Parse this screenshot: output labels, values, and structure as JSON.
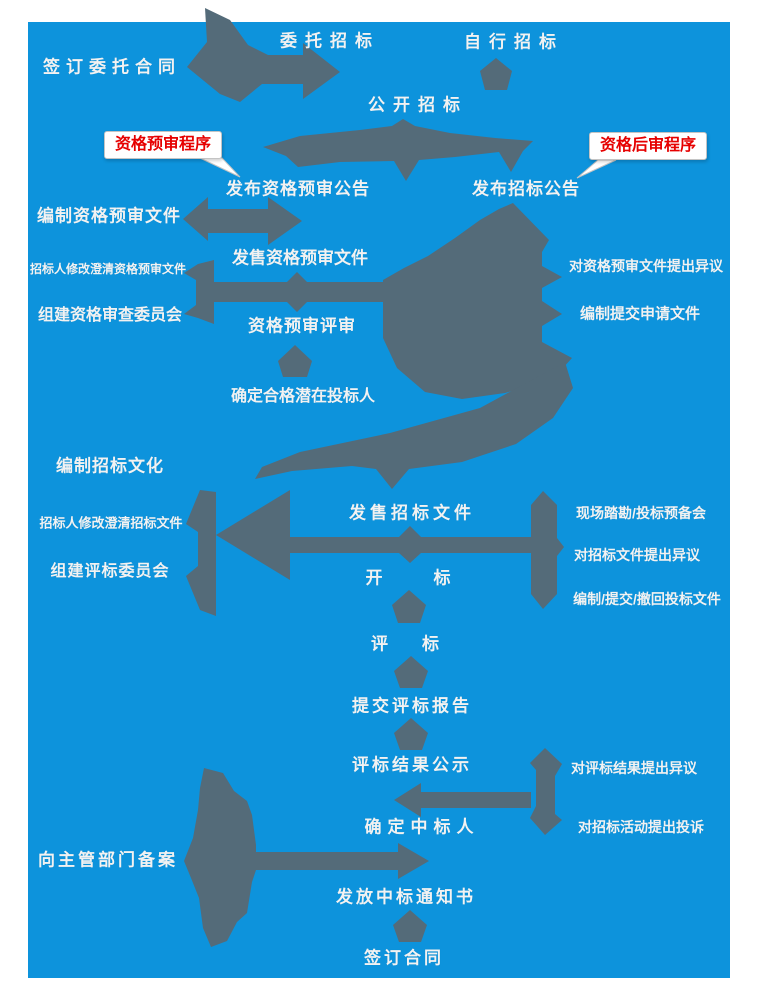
{
  "colors": {
    "page_background": "#FFFFFF",
    "canvas_background": "#0D93DC",
    "arrow": "#546B79",
    "label_text": "#F2F2F2",
    "callout_text": "#E60000",
    "callout_background": "#FFFFFF"
  },
  "callouts": [
    {
      "id": "prequalification-procedure",
      "text": "资格预审程序"
    },
    {
      "id": "post-qualification-procedure",
      "text": "资格后审程序"
    }
  ],
  "labels": [
    {
      "id": "sign-delegation-contract",
      "text": "签订委托合同"
    },
    {
      "id": "delegated-bidding",
      "text": "委托招标"
    },
    {
      "id": "self-bidding",
      "text": "自行招标"
    },
    {
      "id": "open-bidding",
      "text": "公开招标"
    },
    {
      "id": "publish-prequalification-announcement",
      "text": "发布资格预审公告"
    },
    {
      "id": "publish-bidding-announcement",
      "text": "发布招标公告"
    },
    {
      "id": "prepare-prequalification-documents",
      "text": "编制资格预审文件"
    },
    {
      "id": "sell-prequalification-documents",
      "text": "发售资格预审文件"
    },
    {
      "id": "bidder-modify-clarify-prequalification-documents",
      "text": "招标人修改澄清资格预审文件"
    },
    {
      "id": "form-qualification-review-committee",
      "text": "组建资格审查委员会"
    },
    {
      "id": "prequalification-review",
      "text": "资格预审评审"
    },
    {
      "id": "objection-to-prequalification-documents",
      "text": "对资格预审文件提出异议"
    },
    {
      "id": "prepare-submit-application-documents",
      "text": "编制提交申请文件"
    },
    {
      "id": "determine-qualified-potential-bidders",
      "text": "确定合格潜在投标人"
    },
    {
      "id": "prepare-bidding-documents",
      "text": "编制招标文化"
    },
    {
      "id": "bidder-modify-clarify-bidding-documents",
      "text": "招标人修改澄清招标文件"
    },
    {
      "id": "form-bid-evaluation-committee",
      "text": "组建评标委员会"
    },
    {
      "id": "sell-bidding-documents",
      "text": "发售招标文件"
    },
    {
      "id": "site-survey-pre-bid-meeting",
      "text": "现场踏勘/投标预备会"
    },
    {
      "id": "objection-to-bidding-documents",
      "text": "对招标文件提出异议"
    },
    {
      "id": "prepare-submit-withdraw-bid-documents",
      "text": "编制/提交/撤回投标文件"
    },
    {
      "id": "bid-opening",
      "text": "开　　　标"
    },
    {
      "id": "bid-evaluation",
      "text": "评　　标"
    },
    {
      "id": "submit-evaluation-report",
      "text": "提交评标报告"
    },
    {
      "id": "evaluation-result-publicity",
      "text": "评标结果公示"
    },
    {
      "id": "objection-to-evaluation-result",
      "text": "对评标结果提出异议"
    },
    {
      "id": "determine-winning-bidder",
      "text": "确定中标人"
    },
    {
      "id": "complaint-about-bidding-activity",
      "text": "对招标活动提出投诉"
    },
    {
      "id": "file-with-competent-authority",
      "text": "向主管部门备案"
    },
    {
      "id": "issue-award-notice",
      "text": "发放中标通知书"
    },
    {
      "id": "sign-contract",
      "text": "签订合同"
    }
  ]
}
